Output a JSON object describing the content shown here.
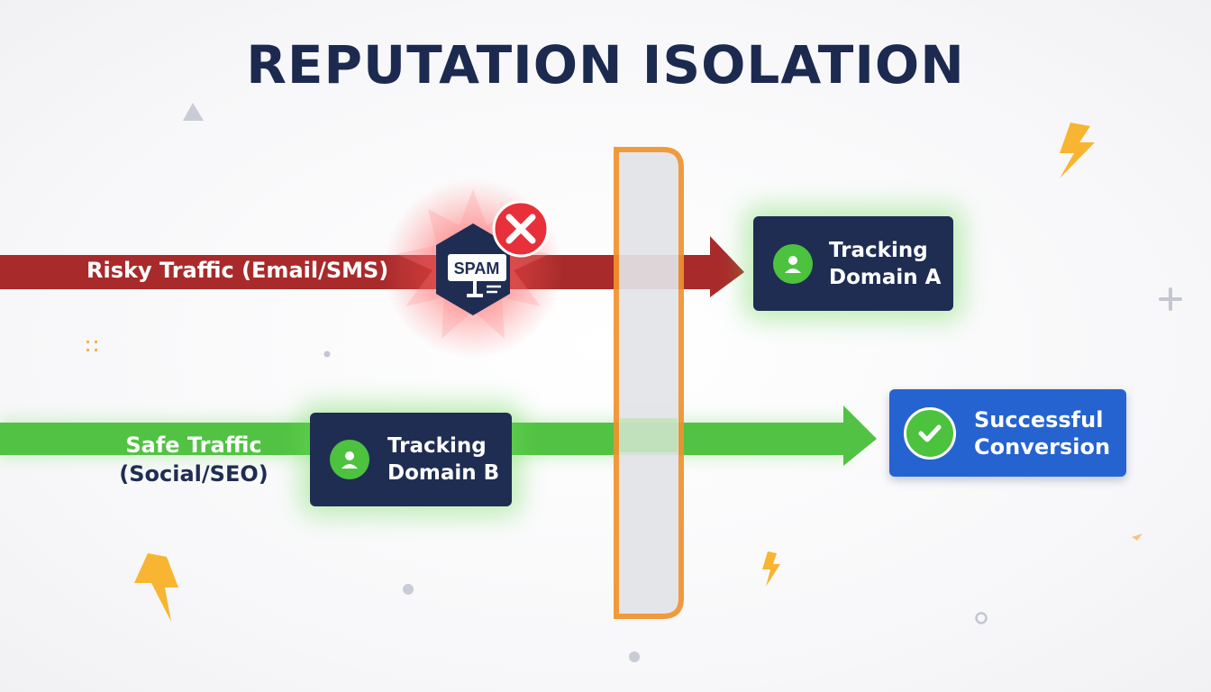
{
  "title": "REPUTATION ISOLATION",
  "risky_lane": {
    "label": "Risky Traffic (Email/SMS)",
    "badge": "SPAM",
    "color": "#a92a2b"
  },
  "safe_lane": {
    "label_line1": "Safe Traffic",
    "label_line2": "(Social/SEO)",
    "color": "#52c244"
  },
  "domain_a": {
    "line1": "Tracking",
    "line2": "Domain A"
  },
  "domain_b": {
    "line1": "Tracking",
    "line2": "Domain B"
  },
  "conversion": {
    "line1": "Successful",
    "line2": "Conversion"
  },
  "colors": {
    "navy": "#1f2d52",
    "blue": "#2563d0",
    "orange": "#f0922e",
    "danger": "#e8303a",
    "accent_yellow": "#f7b531"
  }
}
